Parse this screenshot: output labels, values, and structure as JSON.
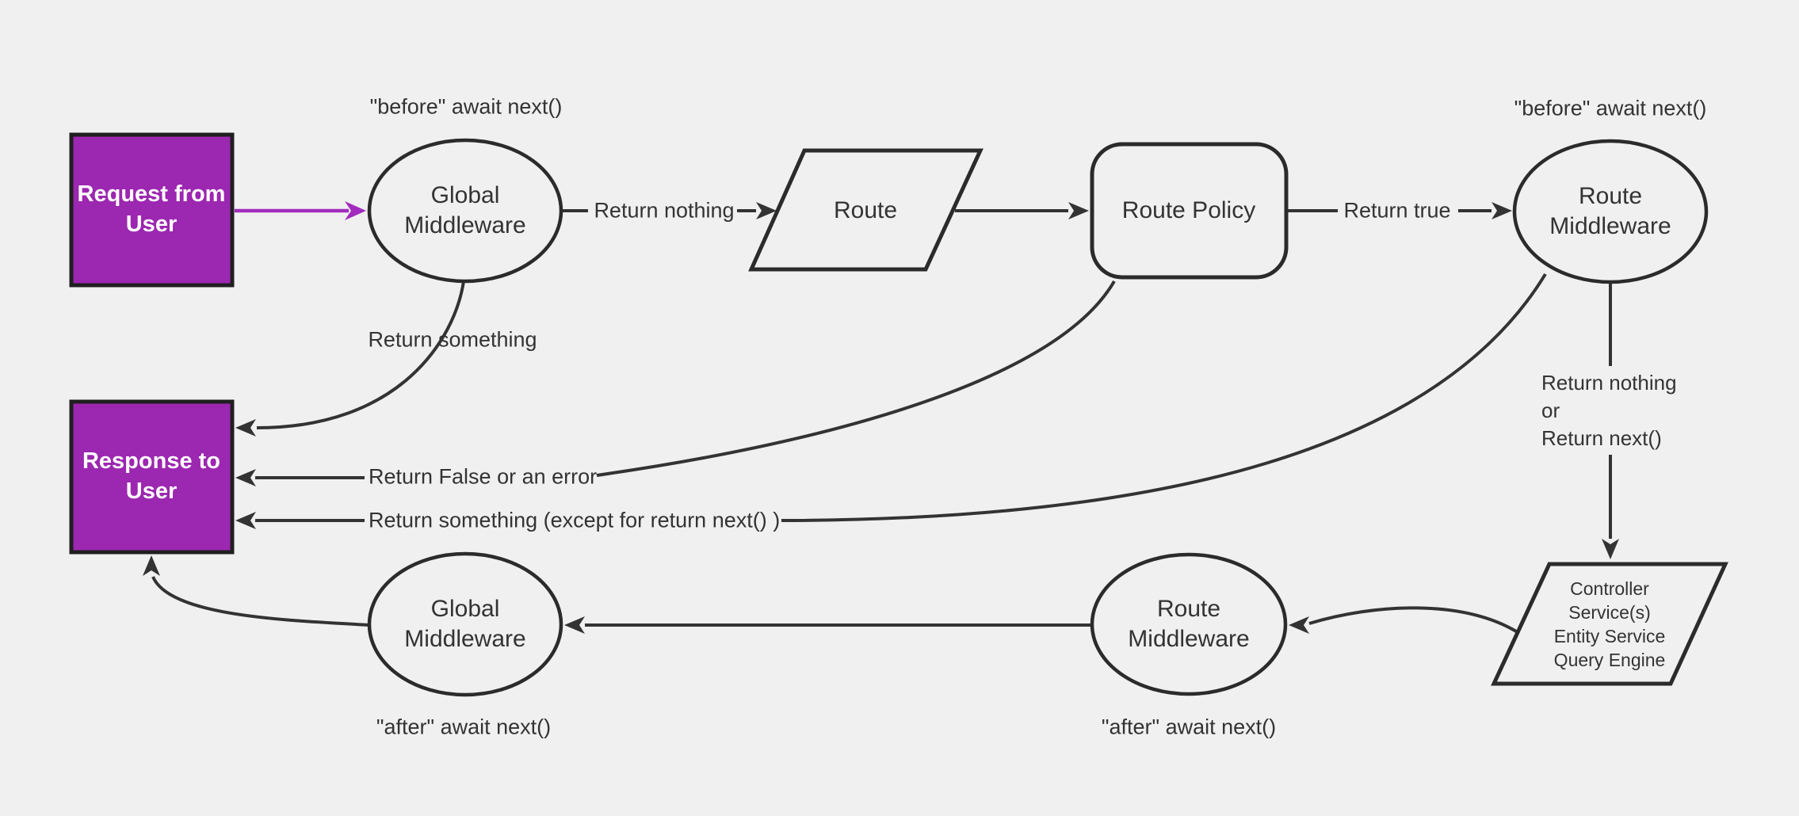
{
  "colors": {
    "background": "#f0f0f0",
    "node_fill": "#f0f0f0",
    "node_stroke": "#2b2b2b",
    "edge_stroke": "#333333",
    "purple_fill": "#9c27b0",
    "purple_arrow": "#a22cbe",
    "label_text": "#333333",
    "box_text": "#ffffff"
  },
  "nodes": {
    "request_from_user": {
      "lines": [
        "Request from",
        "User"
      ]
    },
    "global_middleware_top": {
      "lines": [
        "Global",
        "Middleware"
      ]
    },
    "route": {
      "label": "Route"
    },
    "route_policy": {
      "label": "Route Policy"
    },
    "route_middleware_top": {
      "lines": [
        "Route",
        "Middleware"
      ]
    },
    "controller": {
      "lines": [
        "Controller",
        "Service(s)",
        "Entity Service",
        "Query Engine"
      ]
    },
    "route_middleware_bottom": {
      "lines": [
        "Route",
        "Middleware"
      ]
    },
    "global_middleware_bottom": {
      "lines": [
        "Global",
        "Middleware"
      ]
    },
    "response_to_user": {
      "lines": [
        "Response to",
        "User"
      ]
    }
  },
  "annotations": {
    "before_await_left": "\"before\" await next()",
    "before_await_right": "\"before\" await next()",
    "after_await_left": "\"after\" await next()",
    "after_await_right": "\"after\" await next()"
  },
  "edge_labels": {
    "return_nothing": "Return nothing",
    "return_true": "Return true",
    "return_something": "Return something",
    "return_false_or_error": "Return False or an error",
    "return_something_except": "Return something (except for return next() )",
    "return_nothing_or": {
      "lines": [
        "Return nothing",
        "or",
        "Return next()"
      ]
    }
  }
}
